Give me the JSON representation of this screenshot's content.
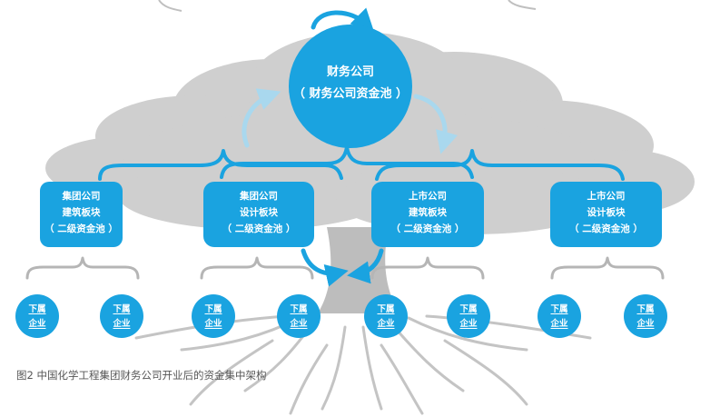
{
  "root": {
    "line1": "财务公司",
    "line2": "（ 财务公司资金池 ）"
  },
  "blocks": [
    {
      "line1": "集团公司",
      "line2": "建筑板块",
      "line3": "（ 二级资金池 ）"
    },
    {
      "line1": "集团公司",
      "line2": "设计板块",
      "line3": "（ 二级资金池 ）"
    },
    {
      "line1": "上市公司",
      "line2": "建筑板块",
      "line3": "（ 二级资金池 ）"
    },
    {
      "line1": "上市公司",
      "line2": "设计板块",
      "line3": "（ 二级资金池 ）"
    }
  ],
  "leaf": {
    "line1": "下属",
    "line2": "企业"
  },
  "caption": "图2  中国化学工程集团财务公司开业后的资金集中架构",
  "colors": {
    "node_blue": "#1aa3e0",
    "bracket_blue": "#1aa3e0",
    "arrow_light": "#a9d8ee",
    "tree_gray": "#c8c8c8",
    "root_gray": "#b9b9b9",
    "bracket_gray": "#b0b0b0"
  }
}
